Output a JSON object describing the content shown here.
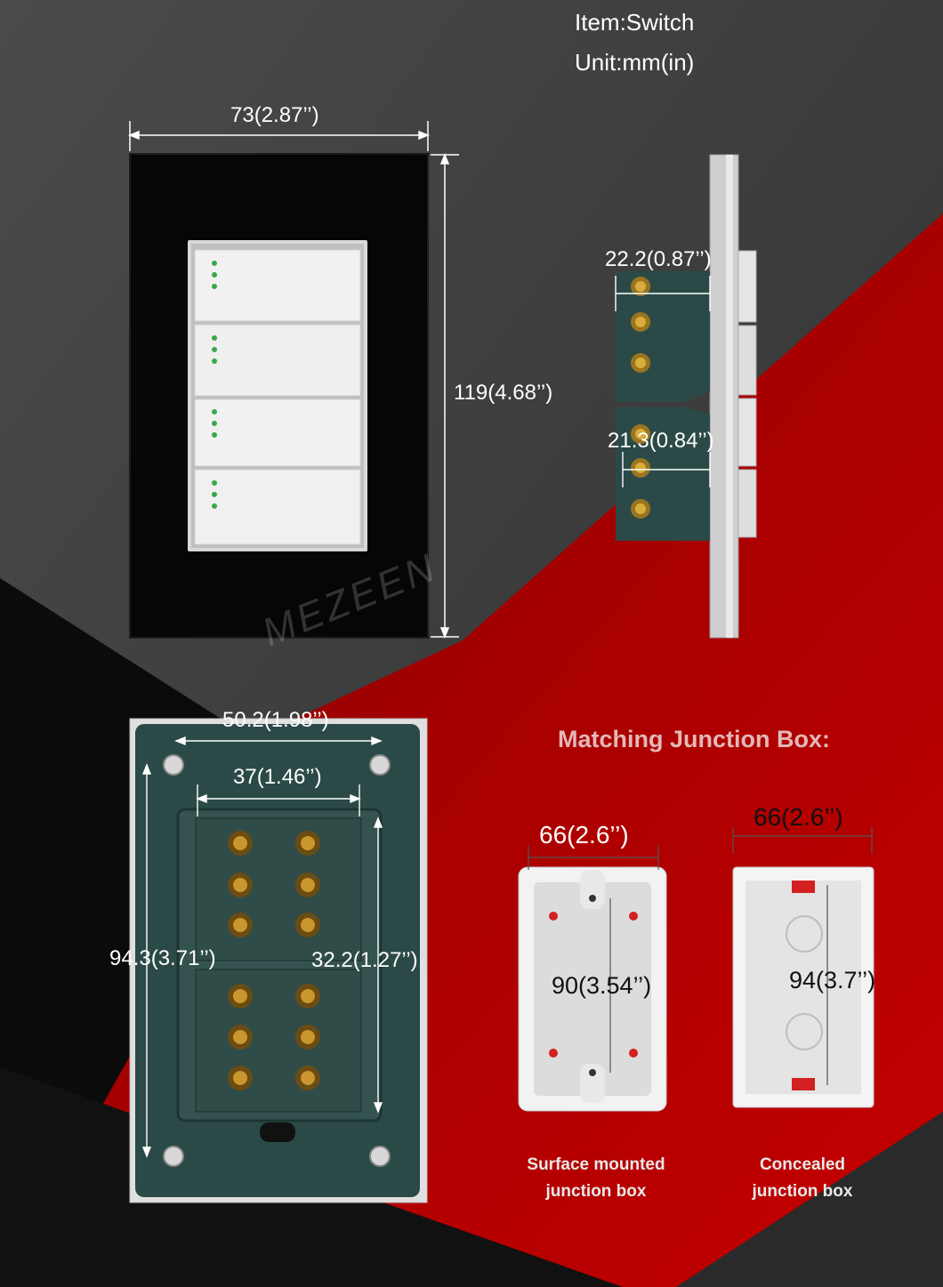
{
  "header": {
    "item_label": "Item:Switch",
    "unit_label": "Unit:mm(in)"
  },
  "front_view": {
    "width_label": "73(2.87’’)",
    "height_label": "119(4.68’’)",
    "watermark": "MEZEEN",
    "gang_count": 4
  },
  "side_view": {
    "depth_top_label": "22.2(0.87’’)",
    "depth_bottom_label": "21.3(0.84’’)"
  },
  "back_view": {
    "hole_spacing_label": "50.2(1.98’’)",
    "module_width_label": "37(1.46’’)",
    "vertical_spacing_label": "94.3(3.71’’)",
    "module_height_label": "32.2(1.27’’)"
  },
  "junction_boxes": {
    "heading": "Matching Junction Box:",
    "surface": {
      "width_label": "66(2.6’’)",
      "height_label": "90(3.54’’)",
      "caption_line1": "Surface mounted",
      "caption_line2": "junction box"
    },
    "concealed": {
      "width_label": "66(2.6’’)",
      "height_label": "94(3.7’’)",
      "caption_line1": "Concealed",
      "caption_line2": "junction box"
    }
  },
  "colors": {
    "accent_red": "#b00000",
    "plate_black": "#060606",
    "module_teal": "#2b4a47"
  }
}
